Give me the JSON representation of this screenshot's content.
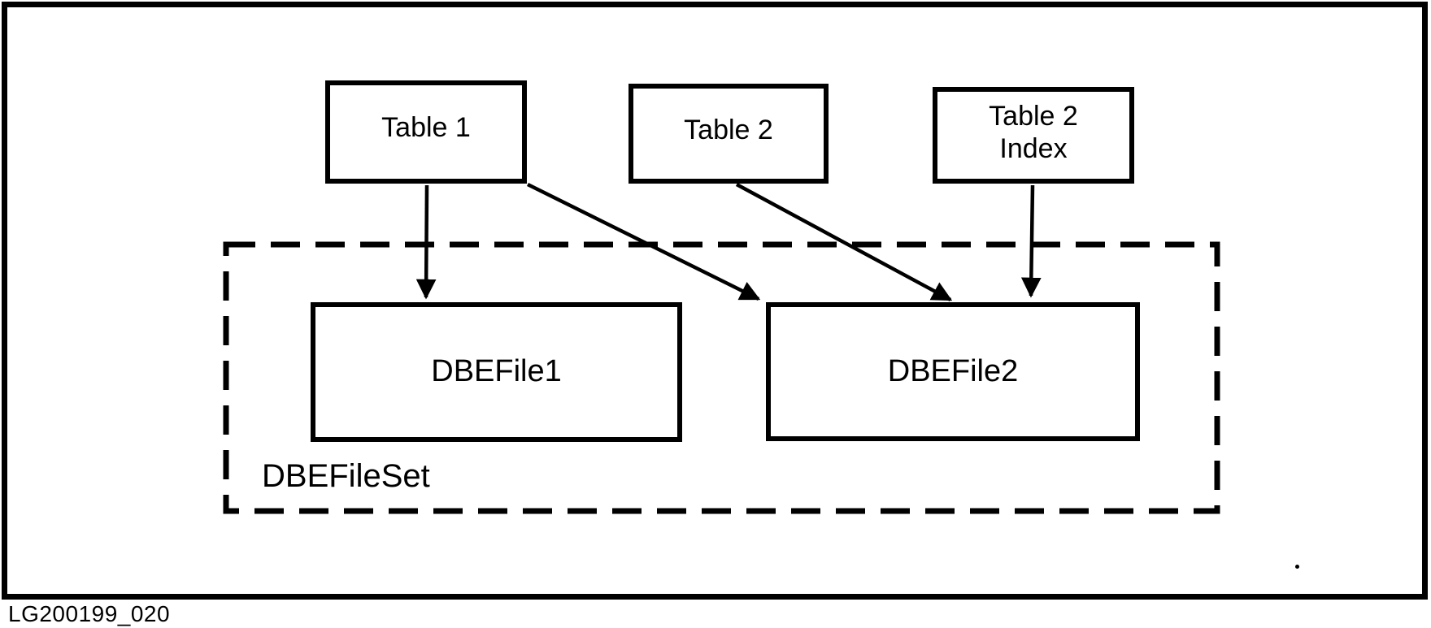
{
  "diagram": {
    "caption": "LG200199_020",
    "tables": [
      {
        "label": "Table 1"
      },
      {
        "label": "Table 2"
      },
      {
        "label_line1": "Table 2",
        "label_line2": "Index"
      }
    ],
    "fileset": {
      "label": "DBEFileSet",
      "files": [
        {
          "label": "DBEFile1"
        },
        {
          "label": "DBEFile2"
        }
      ]
    },
    "connections": [
      {
        "from": "Table 1",
        "to": "DBEFile1"
      },
      {
        "from": "Table 1",
        "to": "DBEFile2"
      },
      {
        "from": "Table 2",
        "to": "DBEFile2"
      },
      {
        "from": "Table 2 Index",
        "to": "DBEFile2"
      }
    ],
    "colors": {
      "line": "#000000",
      "background": "#ffffff"
    }
  }
}
